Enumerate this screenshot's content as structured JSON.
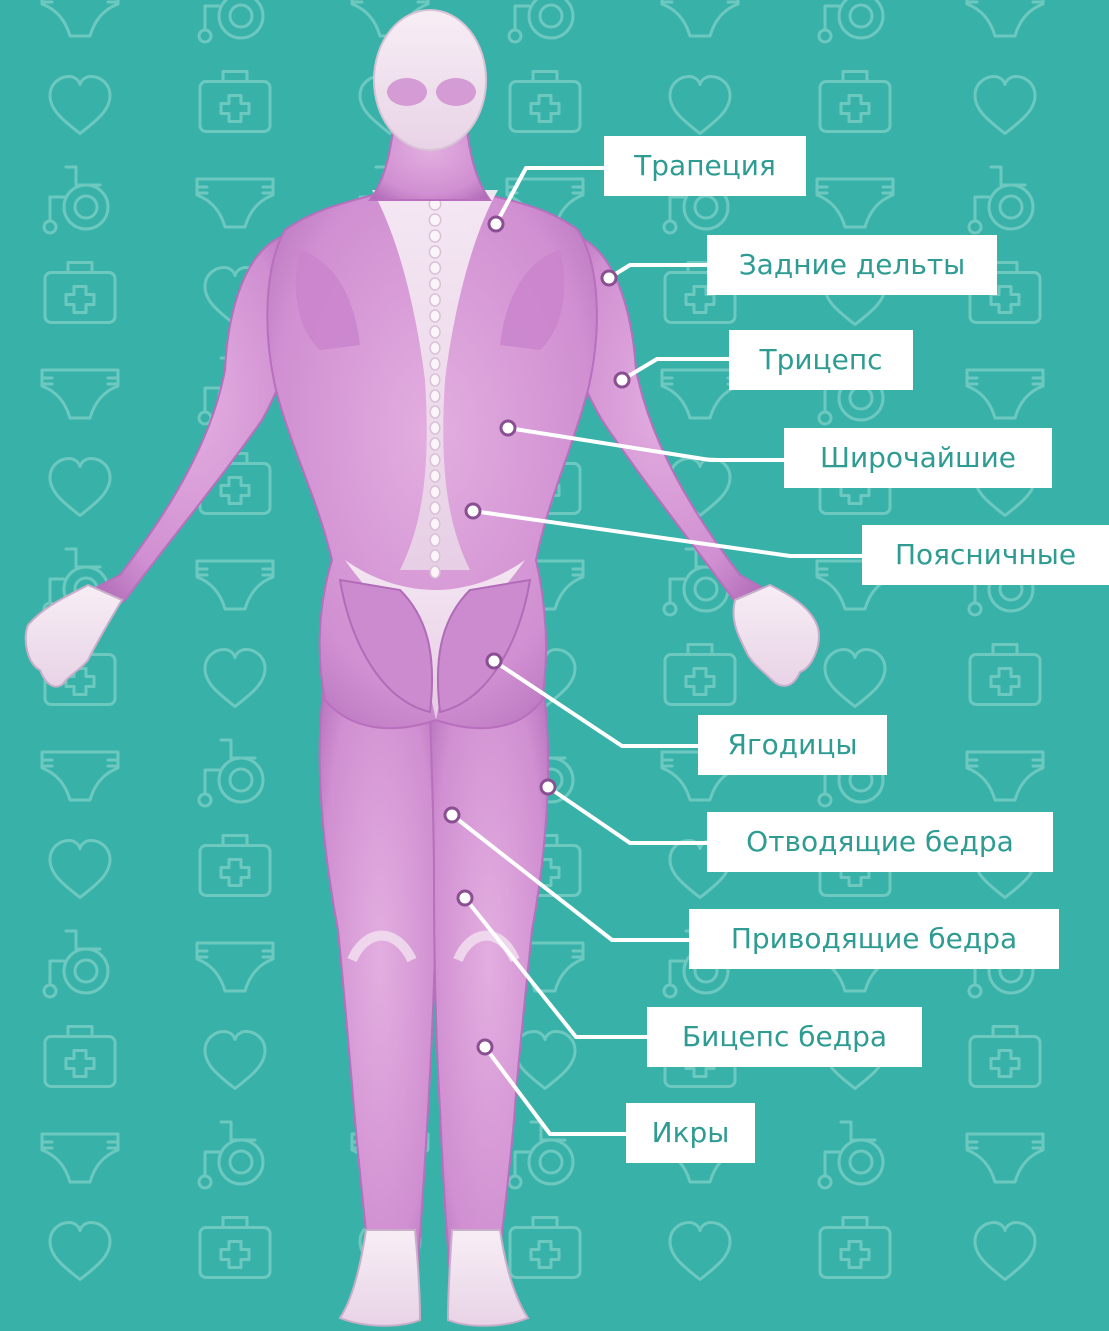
{
  "diagram": {
    "colors": {
      "background": "#38b2a8",
      "pattern_stroke": "#7fd0c8",
      "muscle": "#d99ad8",
      "muscle_dark": "#b873c0",
      "tendon": "#f1e6f0",
      "label_bg": "#ffffff",
      "label_text": "#2e9c93",
      "leader": "#ffffff"
    },
    "background_icons": [
      "heart-icon",
      "wheelchair-icon",
      "first-aid-kit-icon",
      "diaper-icon"
    ],
    "labels": [
      {
        "id": "trapezius",
        "text": "Трапеция"
      },
      {
        "id": "rear-delts",
        "text": "Задние дельты"
      },
      {
        "id": "triceps",
        "text": "Трицепс"
      },
      {
        "id": "lats",
        "text": "Широчайшие"
      },
      {
        "id": "lower-back",
        "text": "Поясничные"
      },
      {
        "id": "glutes",
        "text": "Ягодицы"
      },
      {
        "id": "hip-abductors",
        "text": "Отводящие бедра"
      },
      {
        "id": "hip-adductors",
        "text": "Приводящие бедра"
      },
      {
        "id": "hamstrings",
        "text": "Бицепс бедра"
      },
      {
        "id": "calves",
        "text": "Икры"
      }
    ]
  }
}
